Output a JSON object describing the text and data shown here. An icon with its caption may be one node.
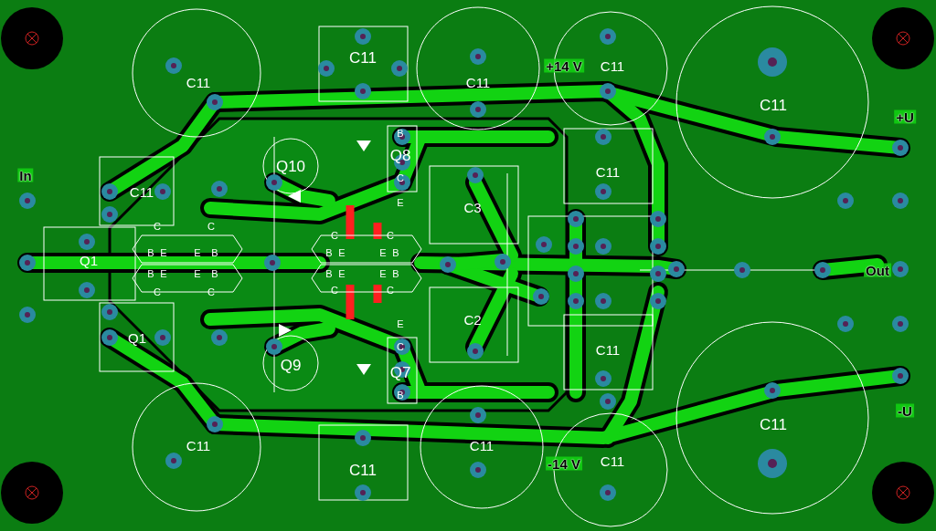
{
  "diagram": {
    "labels": [
      "C11",
      "C11",
      "+14 V",
      "C11",
      "C11",
      "C11",
      "+U",
      "B",
      "In",
      "Q10",
      "Q8",
      "C",
      "C11",
      "C11",
      "E",
      "C3",
      "C",
      "C",
      "C",
      "C",
      "B",
      "E",
      "E",
      "B",
      "B",
      "E",
      "E",
      "B",
      "Q1",
      "B",
      "E",
      "E",
      "B",
      "B",
      "E",
      "E",
      "B",
      "Out",
      "C",
      "C",
      "C",
      "C",
      "E",
      "C2",
      "Q1",
      "C",
      "C11",
      "Q9",
      "Q7",
      "B",
      "-U",
      "C11",
      "C11",
      "-14 V",
      "C11",
      "C11",
      "C11"
    ]
  }
}
